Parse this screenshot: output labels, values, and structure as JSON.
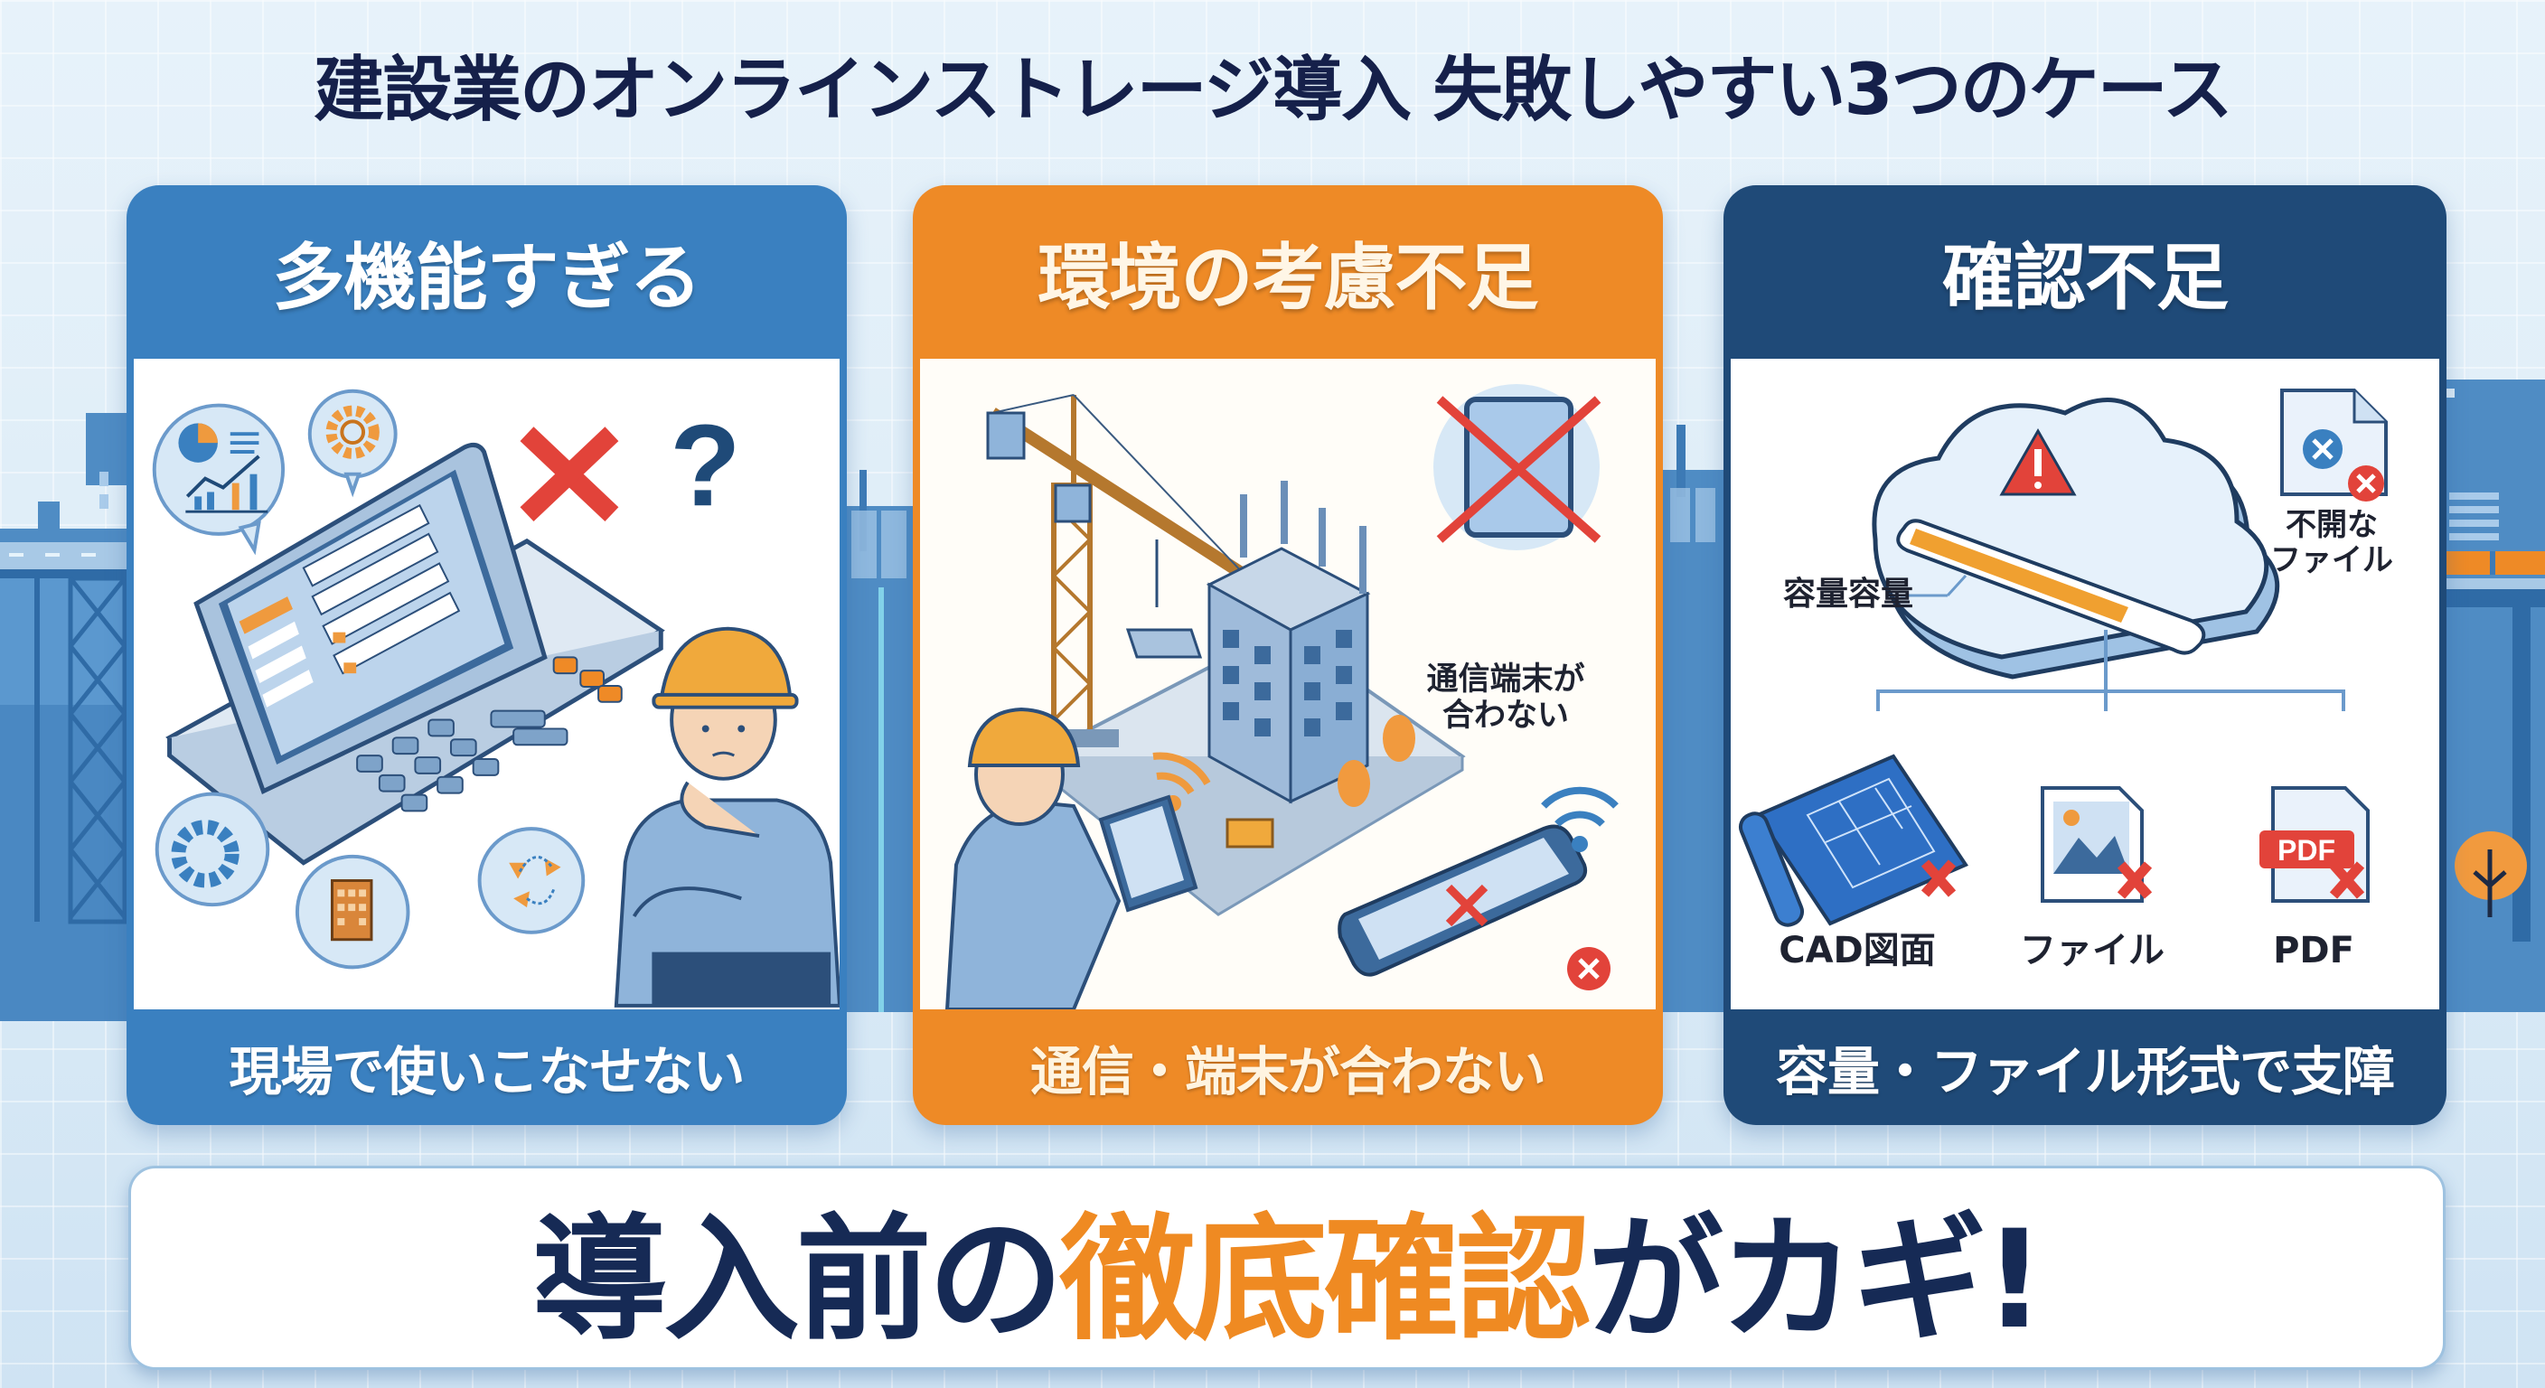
{
  "page": {
    "title": "建設業のオンラインストレージ導入 失敗しやすい3つのケース"
  },
  "colors": {
    "title_text": "#15204a",
    "panel1": "#3a80c0",
    "panel2": "#ee8a26",
    "panel3": "#1f4a78",
    "accent_orange": "#ef8a22",
    "error_red": "#e2433a",
    "banner_text": "#162a55"
  },
  "panels": [
    {
      "header": "多機能すぎる",
      "footer": "現場で使いこなせない",
      "illustration": {
        "icons": [
          "chart-bubble-icon",
          "gear-bubble-icon",
          "laptop-icon",
          "red-x-icon",
          "question-mark-icon",
          "worker-thinking-icon",
          "gear-settings-bubble-icon",
          "building-bubble-icon",
          "workflow-bubble-icon"
        ]
      }
    },
    {
      "header": "環境の考慮不足",
      "footer": "通信・端末が合わない",
      "illustration": {
        "callout_label": "通信端末が合わない",
        "callout_line1": "通信端末が",
        "callout_line2": "合わない",
        "icons": [
          "crane-icon",
          "building-icon",
          "tablet-crossed-icon",
          "worker-tablet-icon",
          "wifi-icon",
          "smartphone-error-icon",
          "error-circle-icon"
        ]
      }
    },
    {
      "header": "確認不足",
      "footer": "容量・ファイル形式で支障",
      "illustration": {
        "capacity_label": "容量容量",
        "unopenable_line1": "不開な",
        "unopenable_line2": "ファイル",
        "file_types": [
          {
            "label": "CAD図面",
            "icon": "blueprint-icon"
          },
          {
            "label": "ファイル",
            "icon": "image-file-icon"
          },
          {
            "label": "PDF",
            "icon": "pdf-file-icon",
            "badge": "PDF"
          }
        ],
        "icons": [
          "cloud-warning-icon",
          "capacity-bar-icon",
          "unopenable-file-icon"
        ]
      }
    }
  ],
  "banner": {
    "prefix": "導入前の",
    "highlight": "徹底確認",
    "suffix": "がカギ!"
  }
}
